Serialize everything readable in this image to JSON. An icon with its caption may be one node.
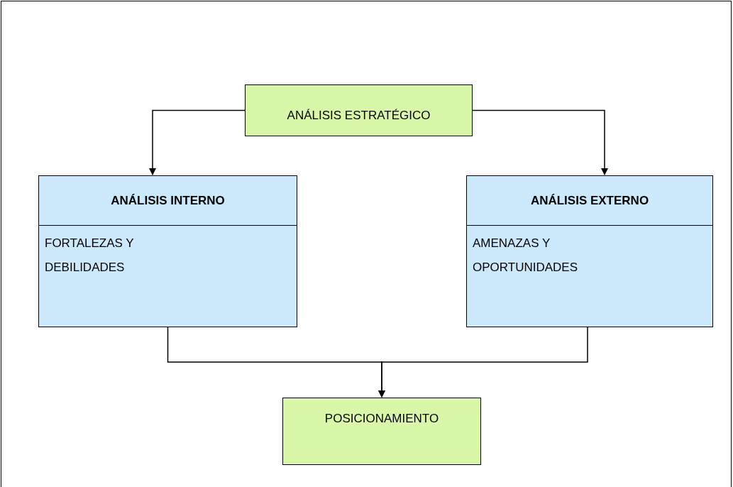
{
  "diagram": {
    "nodes": [
      {
        "text": [
          "ANÁLISIS ESTRATÉGICO"
        ]
      },
      {
        "text": [
          "ANÁLISIS INTERNO",
          "FORTALEZAS Y DEBILIDADES"
        ]
      },
      {
        "text": [
          "ANÁLISIS EXTERNO",
          "AMENAZAS Y OPORTUNIDADES"
        ]
      },
      {
        "text": [
          "POSICIONAMIENTO"
        ]
      }
    ],
    "edges": [
      {
        "from": 0,
        "to": 1,
        "arrow": "to"
      },
      {
        "from": 0,
        "to": 2,
        "arrow": "to"
      },
      {
        "from": 1,
        "to": 3,
        "arrow": "to"
      },
      {
        "from": 2,
        "to": 3,
        "arrow": "to"
      }
    ]
  }
}
